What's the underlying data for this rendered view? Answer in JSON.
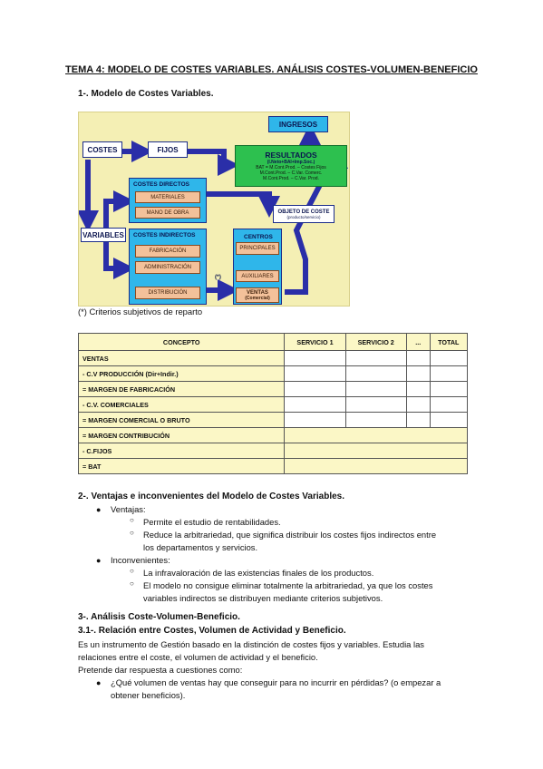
{
  "title": "TEMA 4: MODELO DE COSTES VARIABLES. ANÁLISIS COSTES-VOLUMEN-BENEFICIO",
  "section1": "1-. Modelo de Costes Variables.",
  "diagram": {
    "ingresos": "INGRESOS",
    "costes": "COSTES",
    "fijos": "FIJOS",
    "resultados": "RESULTADOS",
    "resultados_sub": "(I.Neto+BAI+Imp.Soc.)",
    "resultados_line1": "BAT = M.Cont.Prod. – Costes Fijos",
    "resultados_line2": "M.Cont.Prod. – C.Var. Comerc.",
    "resultados_line3": "M.Cont.Prod. – C.Var. Prod.",
    "costes_directos": "COSTES DIRECTOS",
    "materiales": "MATERIALES",
    "mano_obra": "MANO DE OBRA",
    "variables": "VARIABLES",
    "objeto_coste": "OBJETO DE COSTE",
    "objeto_coste_sub": "(producto/servicio)",
    "costes_indirectos": "COSTES INDIRECTOS",
    "fabricacion": "FABRICACIÓN",
    "administracion": "ADMINISTRACIÓN",
    "distribucion": "DISTRIBUCIÓN",
    "centros": "CENTROS",
    "principales": "PRINCIPALES",
    "auxiliares": "AUXILIARES",
    "ventas": "VENTAS",
    "comercial": "(Comercial)",
    "asterisk": "(*)"
  },
  "footnote": "(*) Criterios subjetivos de reparto",
  "table": {
    "headers": [
      "CONCEPTO",
      "SERVICIO 1",
      "SERVICIO 2",
      "...",
      "TOTAL"
    ],
    "rows": [
      "VENTAS",
      "- C.V PRODUCCIÓN (Dir+Indir.)",
      "= MARGEN DE FABRICACIÓN",
      "- C.V. COMERCIALES",
      "= MARGEN COMERCIAL O BRUTO",
      "= MARGEN CONTRIBUCIÓN",
      "- C.FIJOS",
      "= BAT"
    ]
  },
  "section2": "2-. Ventajas e inconvenientes del Modelo de Costes Variables.",
  "ventajas": "Ventajas:",
  "ventajas_items": [
    "Permite el estudio de rentabilidades.",
    "Reduce la arbitrariedad, que significa distribuir los costes fijos indirectos entre",
    "los departamentos y servicios."
  ],
  "inconvenientes": "Inconvenientes:",
  "inconvenientes_items": [
    "La infravaloración de las existencias finales de los productos.",
    "El modelo no consigue eliminar totalmente la arbitrariedad, ya que los costes",
    "variables indirectos se distribuyen mediante criterios subjetivos."
  ],
  "section3": "3-. Análisis Coste-Volumen-Beneficio.",
  "section31": "3.1-. Relación entre Costes, Volumen de Actividad y Beneficio.",
  "para1_line1": "Es un instrumento de Gestión basado en la distinción de costes fijos y variables. Estudia las",
  "para1_line2": "relaciones entre el coste, el volumen de actividad y el beneficio.",
  "para2": "Pretende dar respuesta a cuestiones como:",
  "question_line1": "¿Qué volumen de ventas hay que conseguir para no incurrir en pérdidas? (o empezar a",
  "question_line2": "obtener beneficios).",
  "colors": {
    "diagram_bg": "#f4efb4",
    "arrow": "#2a2ea8",
    "resultados": "#2dc04f",
    "cyan": "#2fb6ea",
    "table_bg": "#fbf7c6"
  }
}
